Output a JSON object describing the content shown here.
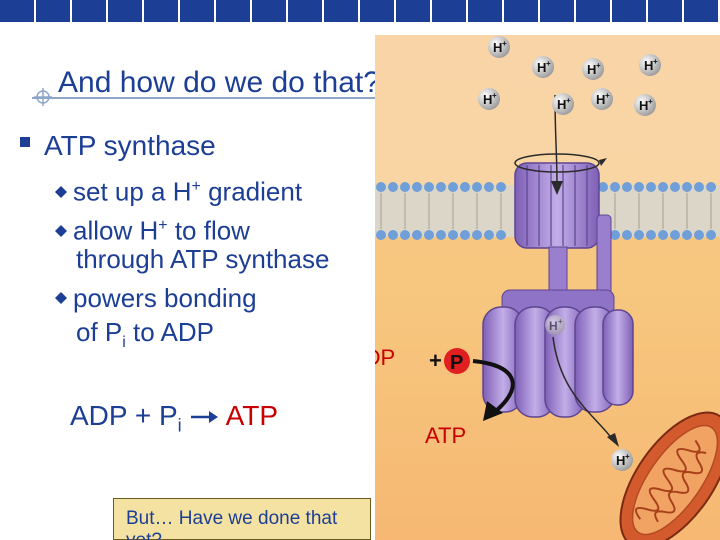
{
  "slide": {
    "title": "And how do we do that?",
    "main_bullet": "ATP synthase",
    "sub_bullets": [
      {
        "prefix": "set up a H",
        "sup": "+",
        "suffix": " gradient"
      },
      {
        "prefix": "allow H",
        "sup": "+",
        "suffix": " to flow"
      },
      {
        "prefix": "powers bonding",
        "sup": "",
        "suffix": ""
      }
    ],
    "sub_bullet_continuations": [
      "through ATP synthase",
      "of P",
      "i",
      " to ADP"
    ],
    "equation": {
      "left": "ADP + P",
      "sub": "i",
      "atp": "ATP"
    },
    "bottom_box": "But… Have we done that yet?"
  },
  "graphic": {
    "proton_label": "H",
    "proton_sup": "+",
    "adp_label": "ADP",
    "plus_label": "+",
    "phosphate_label": "P",
    "atp_label": "ATP"
  },
  "colors": {
    "title": "#1c3f95",
    "accent_red": "#c80000",
    "synthase_purple": "#a58ad2",
    "membrane_blue": "#6f9ed9",
    "box_fill": "#f4e2a2"
  }
}
